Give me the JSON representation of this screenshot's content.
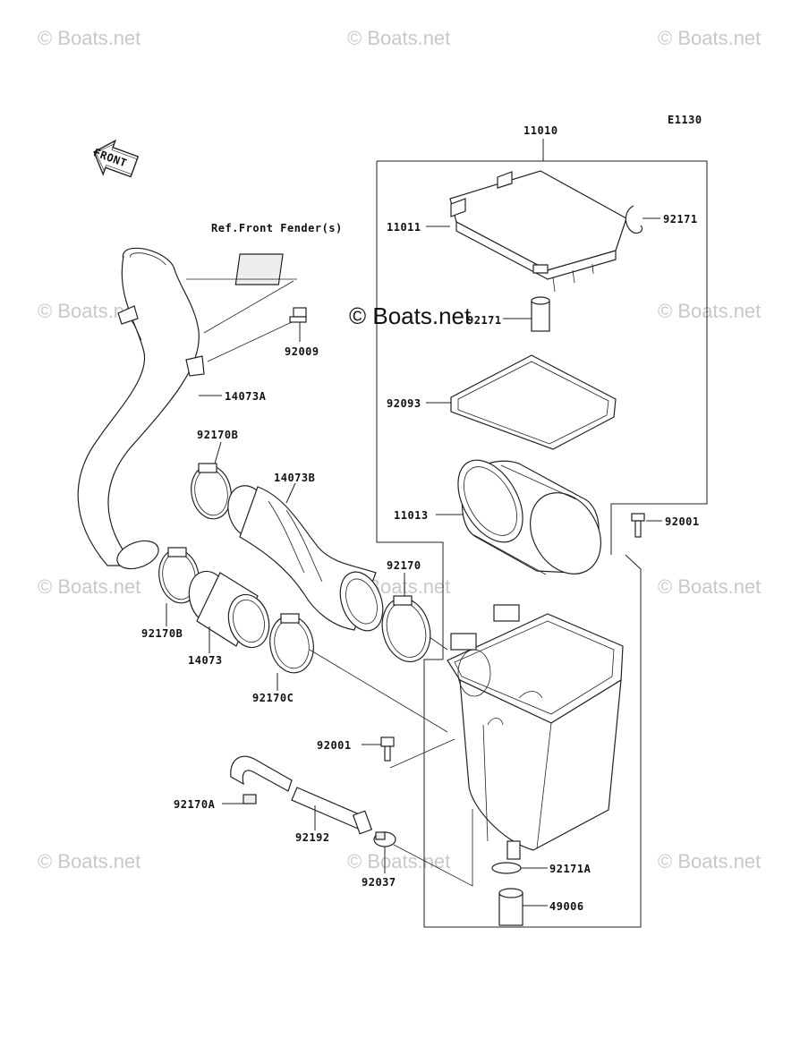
{
  "diagram_code": "E1130",
  "reference_note": "Ref.Front Fender(s)",
  "front_arrow_label": "FRONT",
  "watermark": "© Boats.net",
  "part_labels": {
    "p11010": "11010",
    "p11011": "11011",
    "p92171_top": "92171",
    "p92171_mid": "92171",
    "p92093": "92093",
    "p11013": "11013",
    "p92001_right": "92001",
    "p92009": "92009",
    "p14073A": "14073A",
    "p92170B_top": "92170B",
    "p14073B": "14073B",
    "p92170": "92170",
    "p92170B_bot": "92170B",
    "p14073": "14073",
    "p92170C": "92170C",
    "p92001_mid": "92001",
    "p92170A": "92170A",
    "p92192": "92192",
    "p92037": "92037",
    "p92171A": "92171A",
    "p49006": "49006"
  }
}
